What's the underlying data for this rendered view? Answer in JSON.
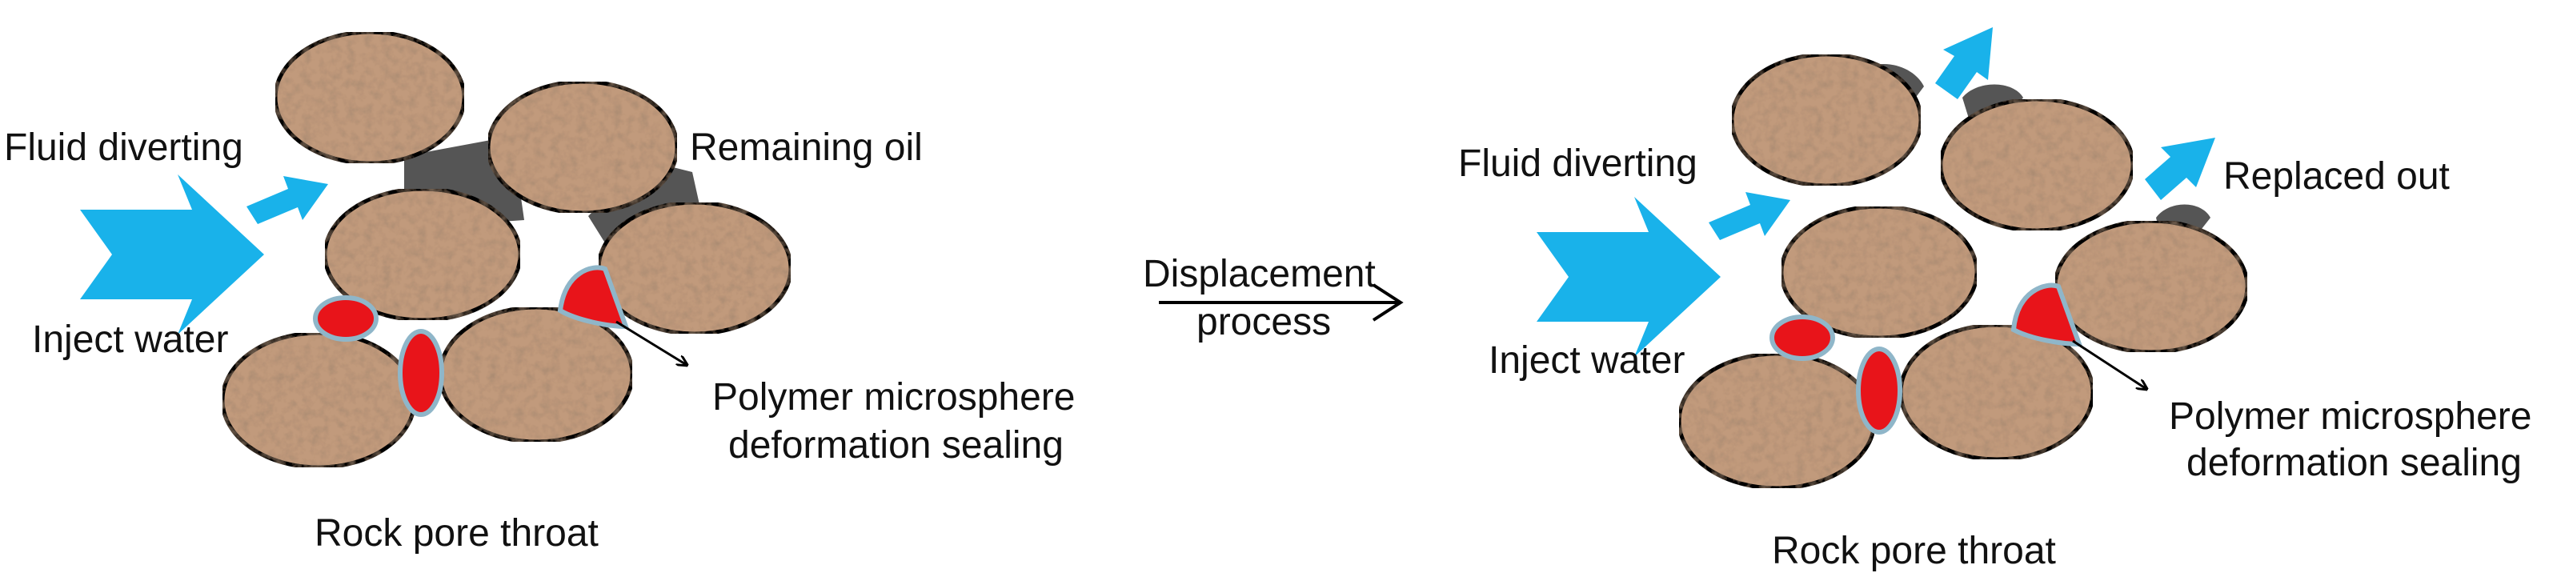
{
  "colors": {
    "grain": "#c19a7c",
    "grain_stroke": "#000000",
    "oil": "#555555",
    "sealing": "#e8141a",
    "sealing_outline": "#8fb6c9",
    "water_arrow": "#19b2ea",
    "text": "#111111"
  },
  "icons": {
    "water_arrow": "chevron-arrow-icon",
    "displacement_arrow": "right-arrow-icon",
    "pointer_arrow": "pointer-arrow-icon"
  },
  "left_panel": {
    "fluid_diverting": "Fluid diverting",
    "remaining_oil": "Remaining oil",
    "inject_water": "Inject water",
    "polymer_line1": "Polymer microsphere",
    "polymer_line2": "deformation sealing",
    "rock_pore_throat": "Rock pore throat"
  },
  "middle": {
    "displacement_line1": "Displacement",
    "displacement_line2": "process"
  },
  "right_panel": {
    "fluid_diverting": "Fluid diverting",
    "replaced_out": "Replaced out",
    "inject_water": "Inject water",
    "polymer_line1": "Polymer microsphere",
    "polymer_line2": "deformation sealing",
    "rock_pore_throat": "Rock pore throat"
  }
}
